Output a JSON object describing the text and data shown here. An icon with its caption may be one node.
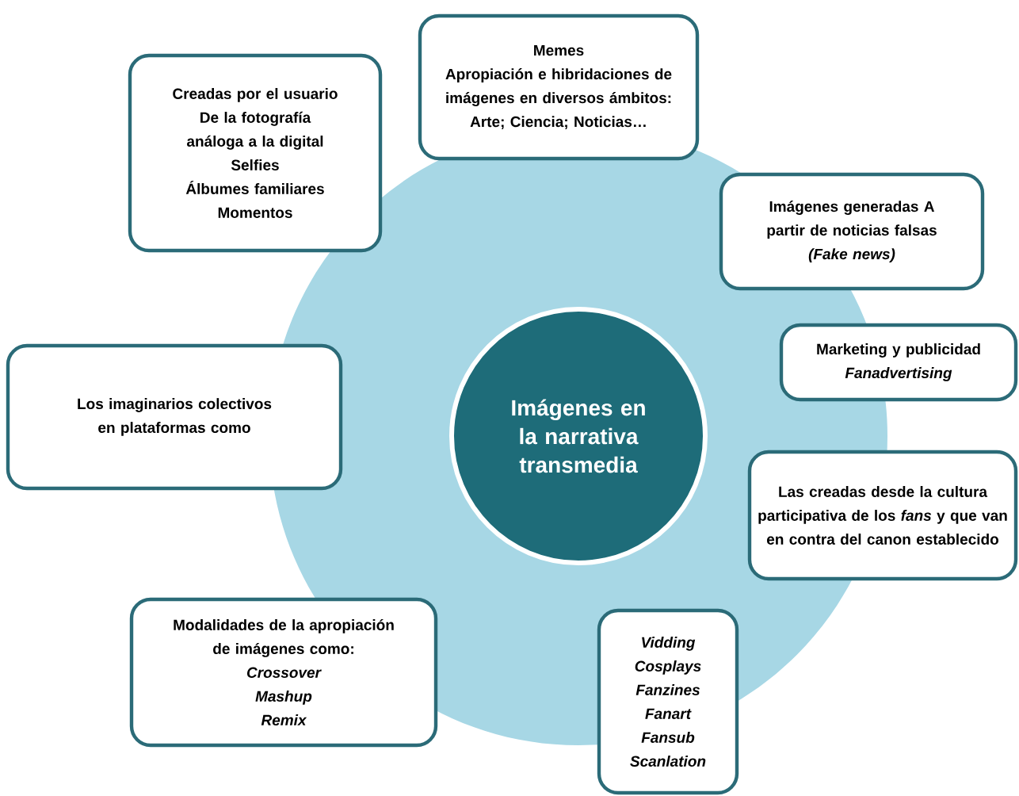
{
  "diagram": {
    "nodes": [
      {
        "text": [
          "Memes",
          "Apropiación e hibridaciones de imágenes en diversos ámbitos: Arte; Ciencia; Noticias…"
        ]
      },
      {
        "text": [
          "Imágenes generadas A partir de noticias falsas",
          "(Fake news)"
        ]
      },
      {
        "text": [
          "Marketing y publicidad",
          "Fanadvertising"
        ]
      },
      {
        "text": [
          "Las creadas desde la cultura participativa de los *fans* y que van en contra del canon establecido"
        ]
      },
      {
        "text": [
          "Vidding",
          "Cosplays",
          "Fanzines",
          "Fanart",
          "Fansub",
          "Scanlation"
        ]
      },
      {
        "text": [
          "Modalidades de la apropiación de imágenes como:",
          "Crossover",
          "Mashup",
          "Remix"
        ]
      },
      {
        "text": [
          "Los imaginarios colectivos en plataformas como"
        ]
      },
      {
        "text": [
          "Creadas por el usuario",
          "De la fotografía análoga a la digital",
          "Selfies",
          "Álbumes familiares",
          "Momentos"
        ]
      },
      {
        "text": [
          "Imágenes en la narrativa transmedia"
        ]
      }
    ]
  }
}
